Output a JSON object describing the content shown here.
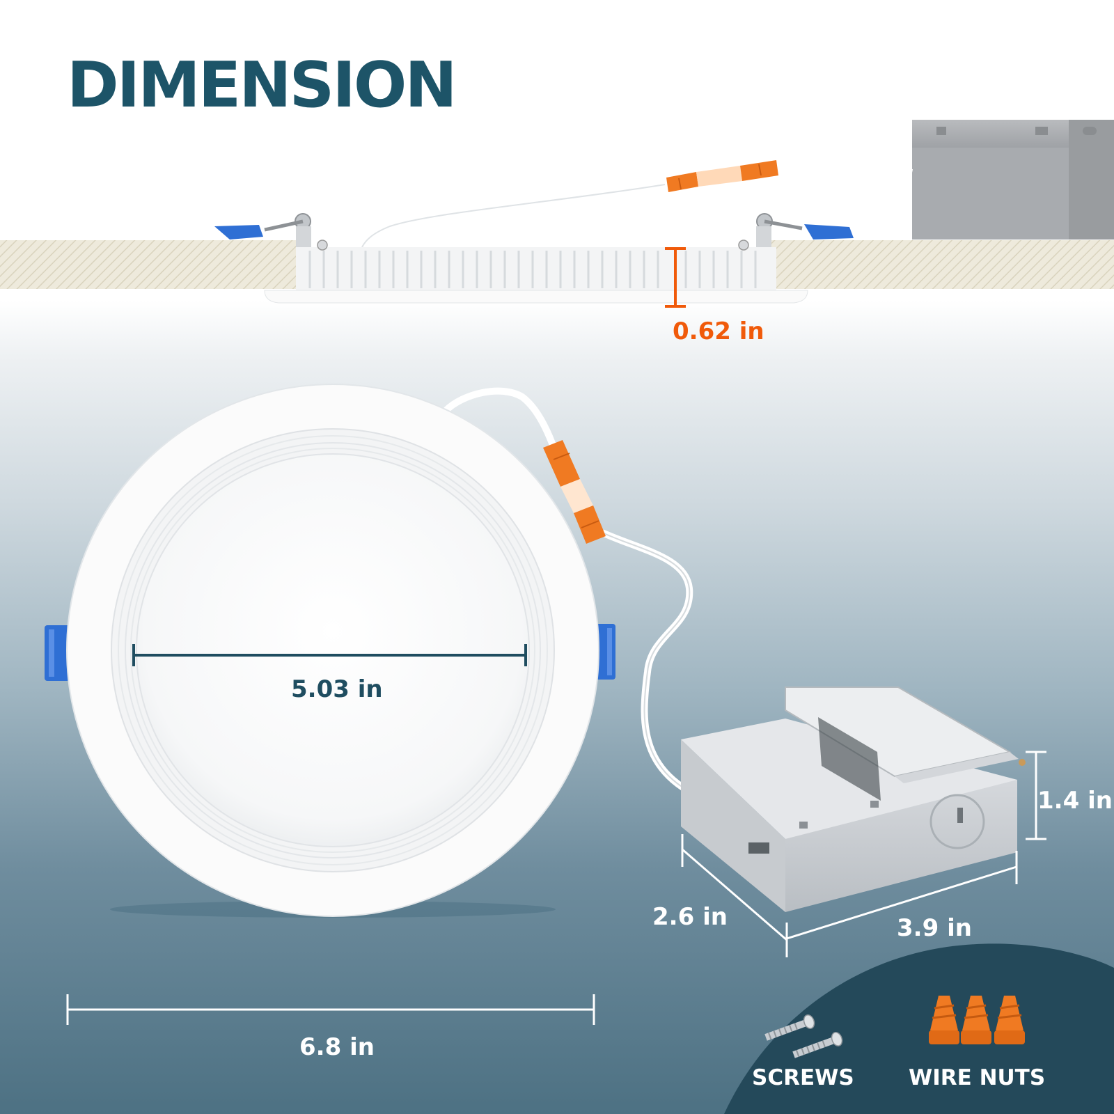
{
  "title": "DIMENSION",
  "dimensions": {
    "depth": "0.62 in",
    "inner_diameter": "5.03 in",
    "outer_diameter": "6.8 in",
    "box_height": "1.4 in",
    "box_depth": "2.6 in",
    "box_width": "3.9 in"
  },
  "accessories": {
    "screws": "SCREWS",
    "wire_nuts": "WIRE NUTS"
  },
  "colors": {
    "title": "#1d5468",
    "label_dark": "#1f4d60",
    "label_white": "#ffffff",
    "accent_orange": "#f05a0a",
    "clip_blue": "#2f6fd4",
    "connector_orange": "#f07a22",
    "bottom_wave": "#24495a"
  }
}
